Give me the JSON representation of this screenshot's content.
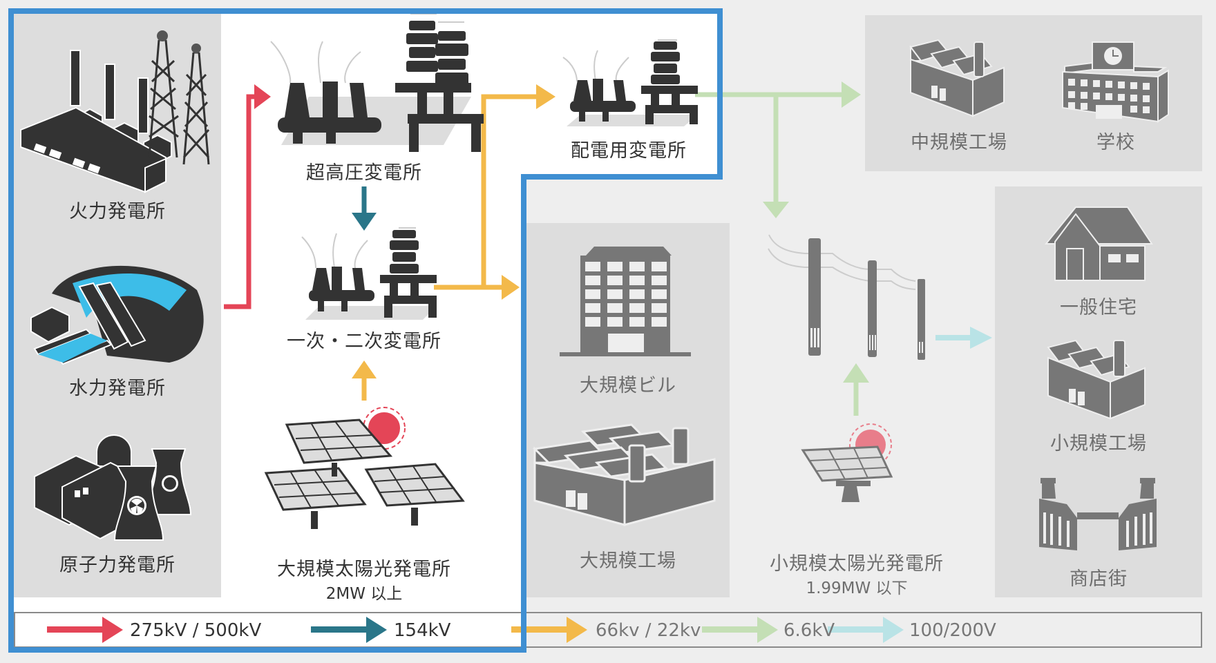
{
  "colors": {
    "highlight_frame": "#3f8fd2",
    "v275_500kv": "#e44557",
    "v154kv": "#2a7689",
    "v66_22kv": "#f3b94a",
    "v6_6kv": "#c4dfb5",
    "v100_200v": "#b9e3e6",
    "icon_dark": "#333333",
    "icon_gray": "#777777",
    "water": "#3dbde8",
    "sun": "#e44557"
  },
  "generation": {
    "thermal": {
      "label": "火力発電所",
      "icon": "thermal-power-plant-icon"
    },
    "hydro": {
      "label": "水力発電所",
      "icon": "hydro-power-plant-icon"
    },
    "nuclear": {
      "label": "原子力発電所",
      "icon": "nuclear-power-plant-icon"
    }
  },
  "substations": {
    "ultra_high": {
      "label": "超高圧変電所"
    },
    "primary_secondary": {
      "label": "一次・二次変電所"
    },
    "distribution": {
      "label": "配電用変電所"
    }
  },
  "solar_large": {
    "label": "大規模太陽光発電所",
    "capacity": "2MW 以上"
  },
  "solar_small": {
    "label": "小規模太陽光発電所",
    "capacity": "1.99MW 以下"
  },
  "consumers_high": {
    "building": {
      "label": "大規模ビル"
    },
    "factory": {
      "label": "大規模工場"
    }
  },
  "consumers_mid": {
    "factory": {
      "label": "中規模工場"
    },
    "school": {
      "label": "学校"
    }
  },
  "consumers_low": {
    "house": {
      "label": "一般住宅"
    },
    "factory": {
      "label": "小規模工場"
    },
    "shopping": {
      "label": "商店街"
    }
  },
  "legend": [
    {
      "label": "275kV / 500kV",
      "color_key": "v275_500kv"
    },
    {
      "label": "154kV",
      "color_key": "v154kv"
    },
    {
      "label": "66kv / 22kv",
      "color_key": "v66_22kv"
    },
    {
      "label": "6.6kV",
      "color_key": "v6_6kv"
    },
    {
      "label": "100/200V",
      "color_key": "v100_200v"
    }
  ]
}
